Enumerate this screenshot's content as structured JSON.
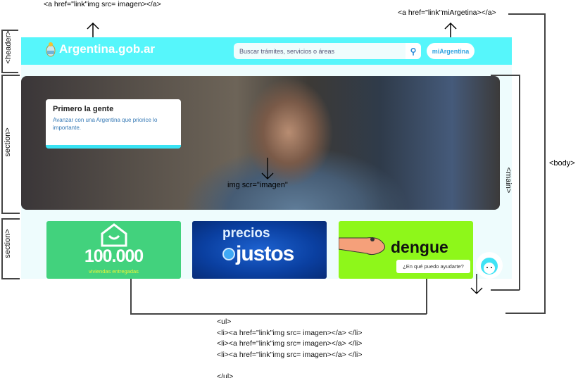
{
  "annotations": {
    "logo_link": "<a href=\"link\"img src= imagen></a>",
    "mi_link": "<a href=\"link\"miArgetina></a>",
    "header": "<header>",
    "section1": "section>",
    "section2": "section>",
    "main": "<main>",
    "body": "<body>",
    "hero_img": "img scr=\"imagen\"",
    "ul_lines": [
      "<ul>",
      "<li><a href=\"link\"img src= imagen></a> </li>",
      "<li><a href=\"link\"img src= imagen></a> </li>",
      "<li><a href=\"link\"img src= imagen></a> </li>",
      "",
      "</ul>"
    ]
  },
  "header": {
    "logo_text": "Argentina.gob.ar",
    "search_placeholder": "Buscar trámites, servicios o áreas",
    "search_icon": "search-icon",
    "mi_button": "miArgentina"
  },
  "hero": {
    "title": "Primero la gente",
    "text": "Avanzar con una Argentina que priorice lo importante."
  },
  "tiles": [
    {
      "number": "100.000",
      "caption": "viviendas entregadas",
      "color": "#42d27d"
    },
    {
      "line1": "precios",
      "line2": "justos",
      "color": "#0a3fa0"
    },
    {
      "title": "dengue",
      "color": "#8ef71a"
    }
  ],
  "chat": {
    "bubble": "¿En qué puedo ayudarte?"
  }
}
